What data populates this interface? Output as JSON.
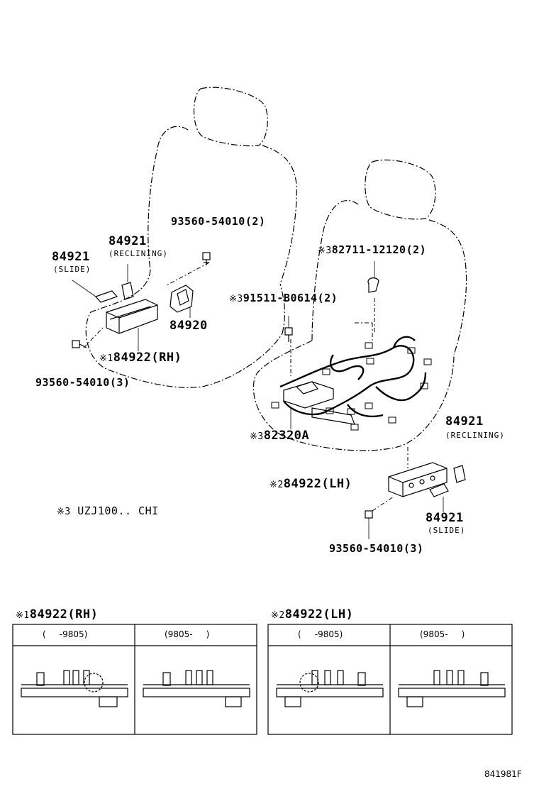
{
  "callouts": {
    "p93560_top": "93560-54010(2)",
    "p84921_recl_left": "84921",
    "recl_left_sub": "(RECLINING)",
    "p84921_slide_left": "84921",
    "slide_left_sub": "(SLIDE)",
    "p84920": "84920",
    "p84922_rh_mark": "※1",
    "p84922_rh": "84922(RH)",
    "p93560_left": "93560-54010(3)",
    "p82711_mark": "※3",
    "p82711": "82711-12120(2)",
    "p91511_mark": "※3",
    "p91511": "91511-B0614(2)",
    "p82320_mark": "※3",
    "p82320": "82320A",
    "p84921_recl_right": "84921",
    "recl_right_sub": "(RECLINING)",
    "p84922_lh_mark": "※2",
    "p84922_lh": "84922(LH)",
    "p84921_slide_right": "84921",
    "slide_right_sub": "(SLIDE)",
    "p93560_right": "93560-54010(3)",
    "note_mark": "※3",
    "note_text": "UZJ100.. CHI"
  },
  "tables": {
    "rh": {
      "mark": "※1",
      "title": "84922(RH)",
      "col1": "(     -9805)",
      "col2": "(9805-     )"
    },
    "lh": {
      "mark": "※2",
      "title": "84922(LH)",
      "col1": "(     -9805)",
      "col2": "(9805-     )"
    }
  },
  "figure_ref": "841981F"
}
